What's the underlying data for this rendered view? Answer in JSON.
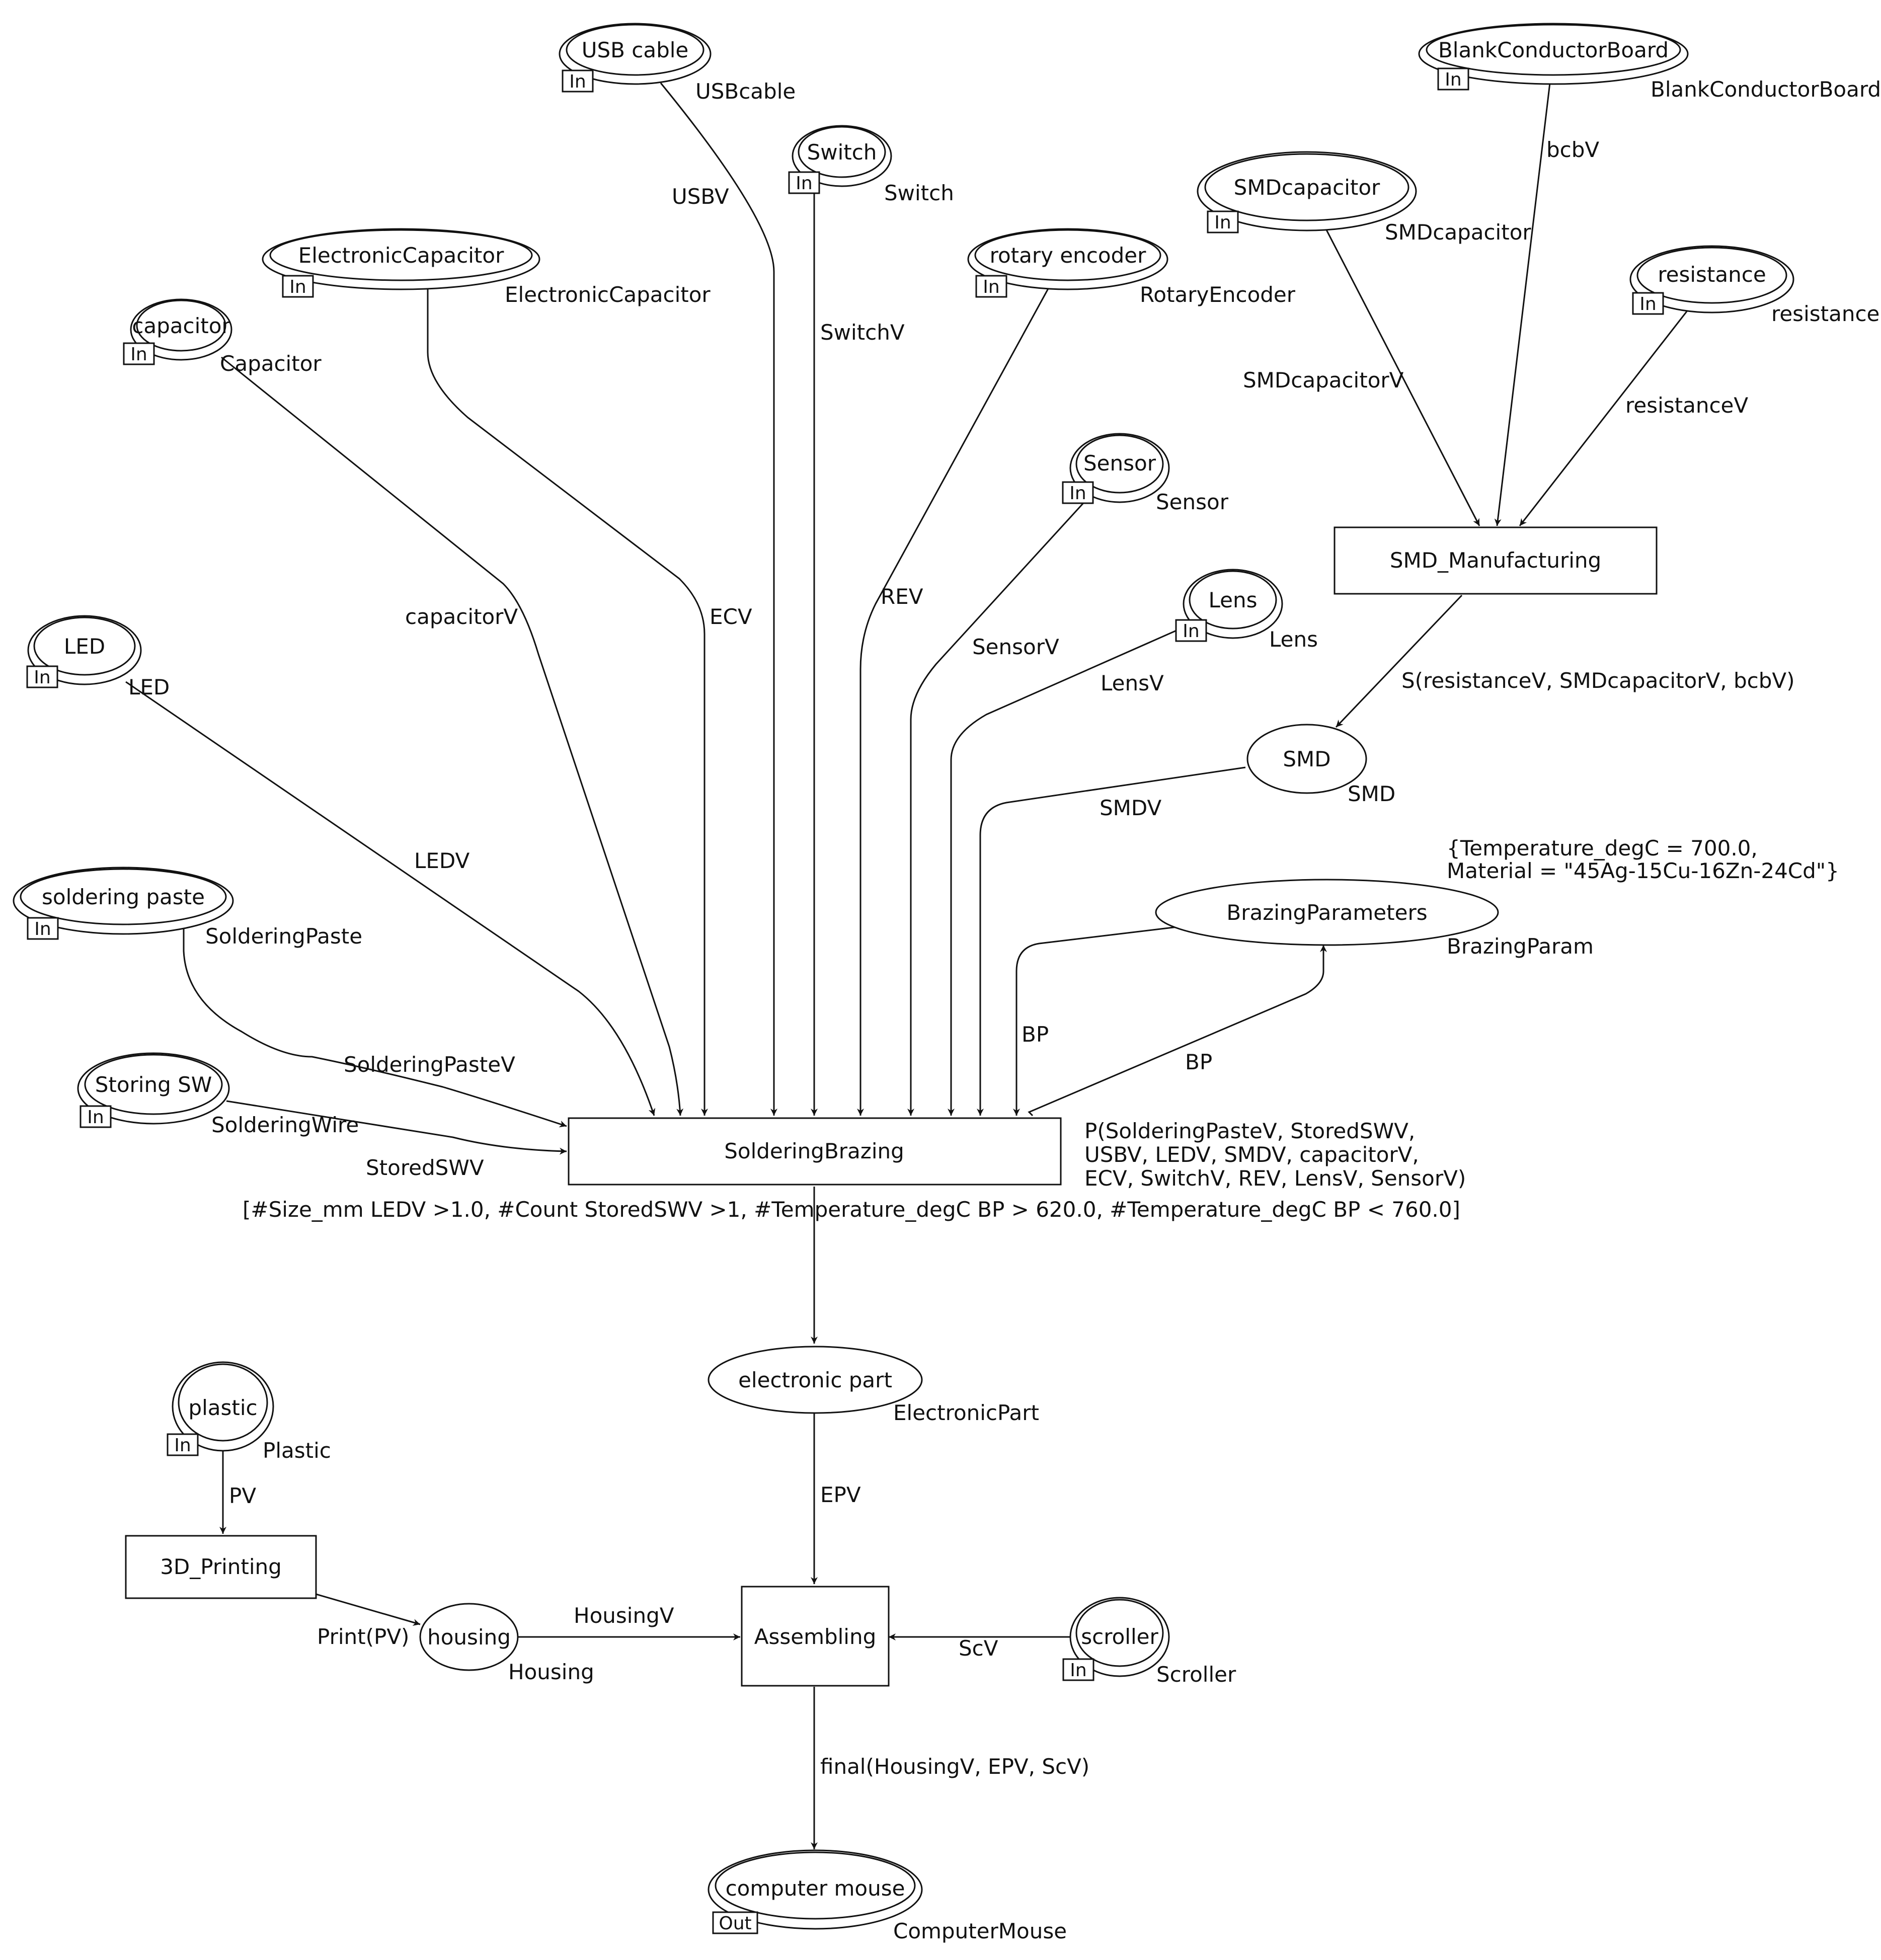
{
  "places": [
    {
      "id": "usb",
      "name": "USB cable",
      "type": "USBcable",
      "port": "In"
    },
    {
      "id": "switch",
      "name": "Switch",
      "type": "Switch",
      "port": "In"
    },
    {
      "id": "ecap",
      "name": "ElectronicCapacitor",
      "type": "ElectronicCapacitor",
      "port": "In"
    },
    {
      "id": "cap",
      "name": "capacitor",
      "type": "Capacitor",
      "port": "In"
    },
    {
      "id": "rotary",
      "name": "rotary encoder",
      "type": "RotaryEncoder",
      "port": "In"
    },
    {
      "id": "bcb",
      "name": "BlankConductorBoard",
      "type": "BlankConductorBoard",
      "port": "In"
    },
    {
      "id": "smdcap",
      "name": "SMDcapacitor",
      "type": "SMDcapacitor",
      "port": "In"
    },
    {
      "id": "res",
      "name": "resistance",
      "type": "resistance",
      "port": "In"
    },
    {
      "id": "sensor",
      "name": "Sensor",
      "type": "Sensor",
      "port": "In"
    },
    {
      "id": "lens",
      "name": "Lens",
      "type": "Lens",
      "port": "In"
    },
    {
      "id": "led",
      "name": "LED",
      "type": "LED",
      "port": "In"
    },
    {
      "id": "smd",
      "name": "SMD",
      "type": "SMD",
      "port": ""
    },
    {
      "id": "brazing",
      "name": "BrazingParameters",
      "type": "BrazingParam",
      "port": "",
      "marking": [
        "{Temperature_degC = 700.0,",
        "Material = \"45Ag-15Cu-16Zn-24Cd\"}"
      ]
    },
    {
      "id": "paste",
      "name": "soldering paste",
      "type": "SolderingPaste",
      "port": "In"
    },
    {
      "id": "storing",
      "name": "Storing SW",
      "type": "SolderingWire",
      "port": "In"
    },
    {
      "id": "epart",
      "name": "electronic part",
      "type": "ElectronicPart",
      "port": ""
    },
    {
      "id": "plastic",
      "name": "plastic",
      "type": "Plastic",
      "port": "In"
    },
    {
      "id": "housing",
      "name": "housing",
      "type": "Housing",
      "port": ""
    },
    {
      "id": "scroller",
      "name": "scroller",
      "type": "Scroller",
      "port": "In"
    },
    {
      "id": "mouse",
      "name": "computer mouse",
      "type": "ComputerMouse",
      "port": "Out"
    }
  ],
  "transitions": [
    {
      "id": "smdman",
      "name": "SMD_Manufacturing"
    },
    {
      "id": "solder",
      "name": "SolderingBrazing",
      "guard": "[#Size_mm LEDV >1.0, #Count StoredSWV >1, #Temperature_degC BP > 620.0, #Temperature_degC BP < 760.0]"
    },
    {
      "id": "print",
      "name": "3D_Printing"
    },
    {
      "id": "assemble",
      "name": "Assembling"
    }
  ],
  "arcs": [
    {
      "id": "a_usb",
      "label": "USBV"
    },
    {
      "id": "a_switch",
      "label": "SwitchV"
    },
    {
      "id": "a_ecap",
      "label": "ECV"
    },
    {
      "id": "a_cap",
      "label": "capacitorV"
    },
    {
      "id": "a_rotary",
      "label": "REV"
    },
    {
      "id": "a_bcb",
      "label": "bcbV"
    },
    {
      "id": "a_smdcap",
      "label": "SMDcapacitorV"
    },
    {
      "id": "a_res",
      "label": "resistanceV"
    },
    {
      "id": "a_smdout",
      "label": "S(resistanceV, SMDcapacitorV, bcbV)"
    },
    {
      "id": "a_sensor",
      "label": "SensorV"
    },
    {
      "id": "a_lens",
      "label": "LensV"
    },
    {
      "id": "a_led",
      "label": "LEDV"
    },
    {
      "id": "a_smd",
      "label": "SMDV"
    },
    {
      "id": "a_bpin",
      "label": "BP"
    },
    {
      "id": "a_bpout",
      "label": "BP"
    },
    {
      "id": "a_paste",
      "label": "SolderingPasteV"
    },
    {
      "id": "a_storing",
      "label": "StoredSWV"
    },
    {
      "id": "a_solderout",
      "label": [
        "P(SolderingPasteV, StoredSWV,",
        "USBV, LEDV, SMDV, capacitorV,",
        "ECV, SwitchV, REV, LensV, SensorV)"
      ]
    },
    {
      "id": "a_epv",
      "label": "EPV"
    },
    {
      "id": "a_pv",
      "label": "PV"
    },
    {
      "id": "a_print",
      "label": "Print(PV)"
    },
    {
      "id": "a_housing",
      "label": "HousingV"
    },
    {
      "id": "a_scv",
      "label": "ScV"
    },
    {
      "id": "a_final",
      "label": "final(HousingV, EPV, ScV)"
    }
  ]
}
